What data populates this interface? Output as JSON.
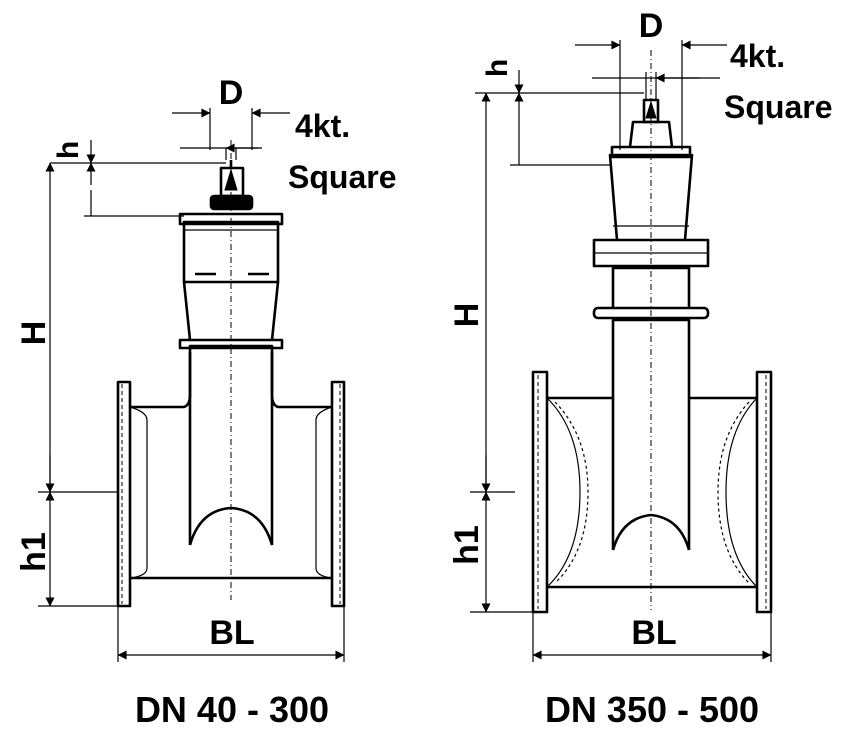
{
  "diagrams": [
    {
      "id": "small",
      "caption": "DN 40 - 300",
      "labels": {
        "D": "D",
        "square_top": "4kt.",
        "square_bottom": "Square",
        "h": "h",
        "H": "H",
        "h1": "h1",
        "BL": "BL"
      }
    },
    {
      "id": "large",
      "caption": "DN 350 - 500",
      "labels": {
        "D": "D",
        "square_top": "4kt.",
        "square_bottom": "Square",
        "h": "h",
        "H": "H",
        "h1": "h1",
        "BL": "BL"
      }
    }
  ]
}
